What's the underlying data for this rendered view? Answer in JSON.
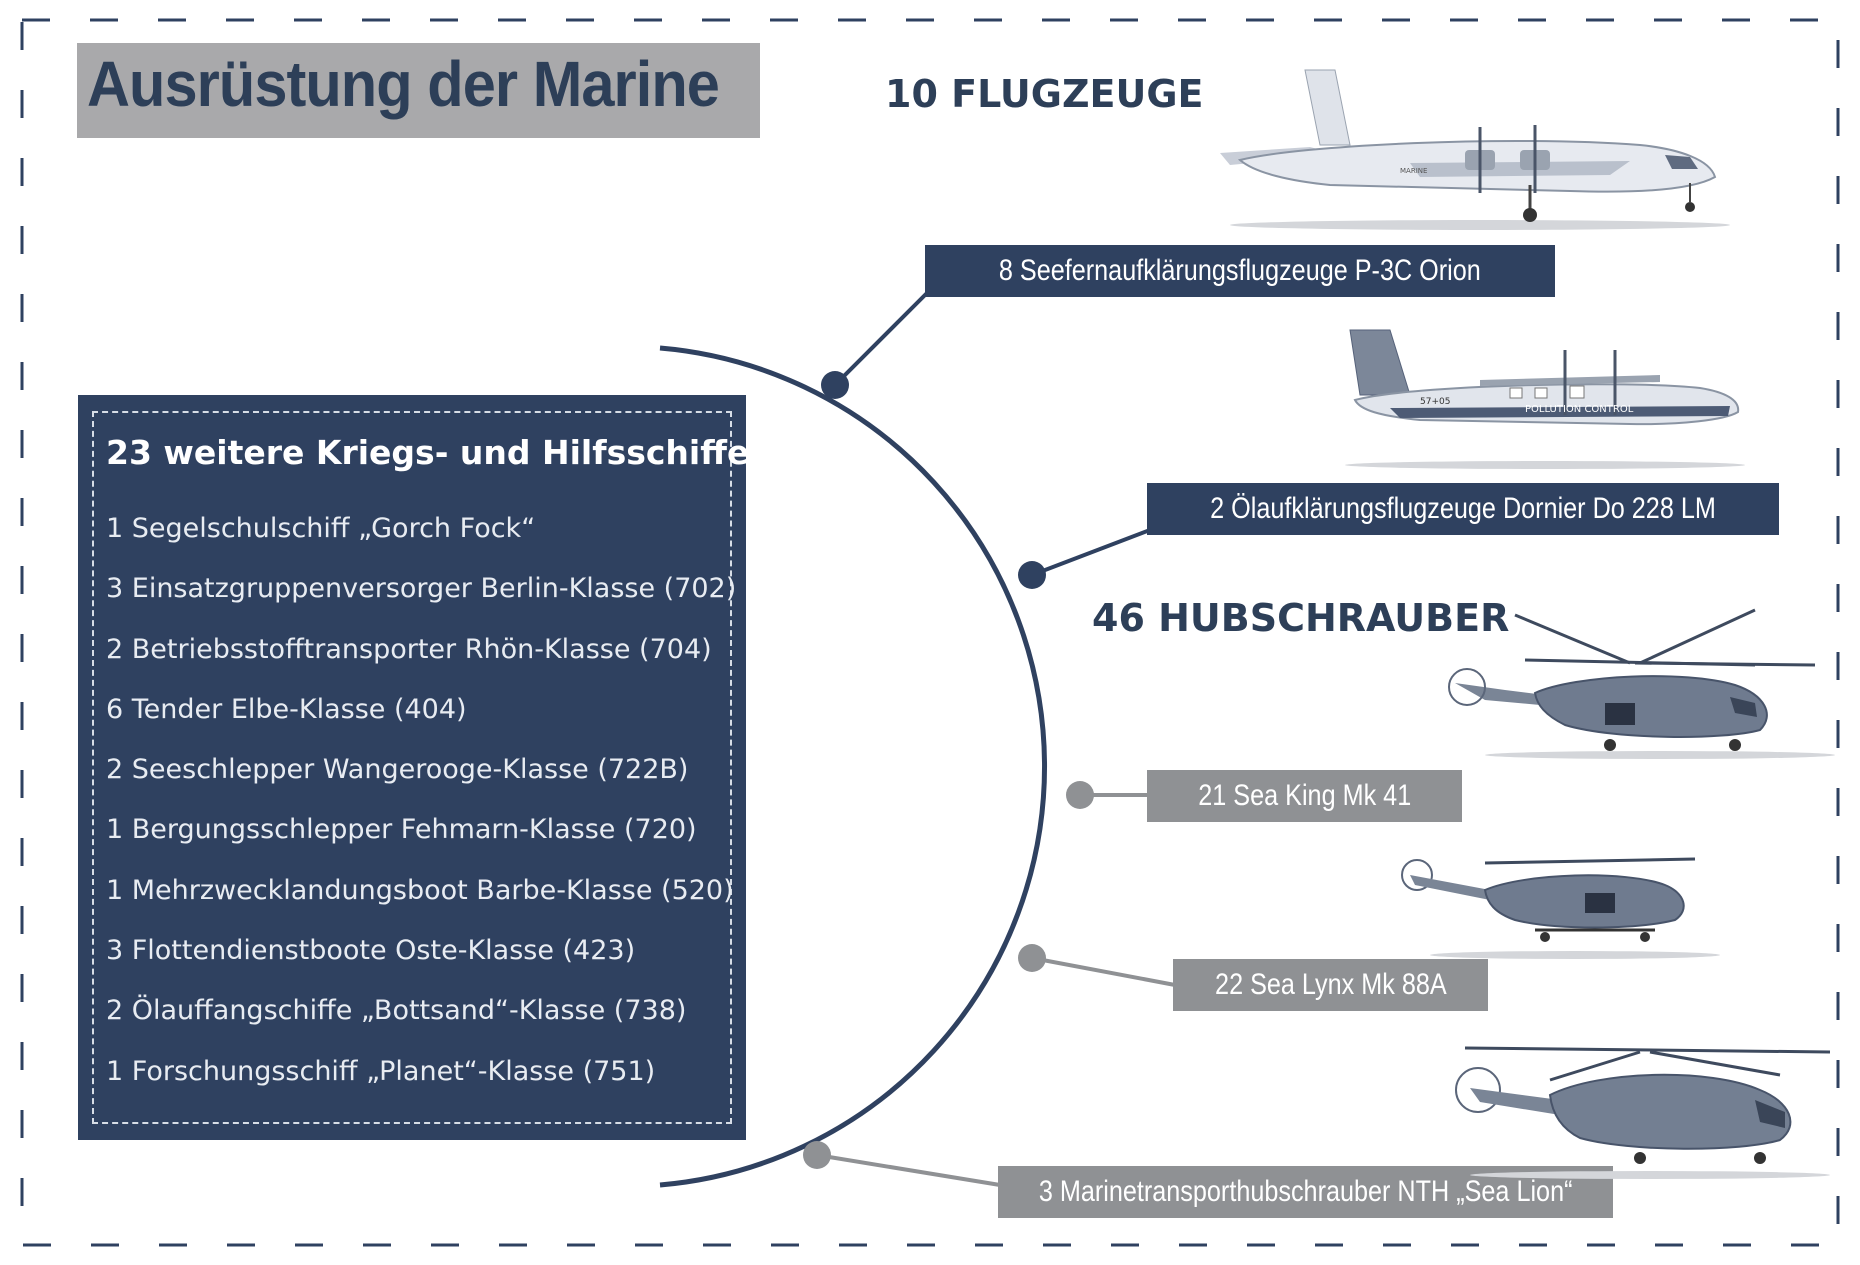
{
  "title": "Ausrüstung der Marine",
  "aircraft_heading": "10 FLUGZEUGE",
  "helicopter_heading": "46 HUBSCHRAUBER",
  "ships": {
    "heading": "23 weitere Kriegs- und Hilfsschiffe",
    "items": [
      "1 Segelschulschiff „Gorch Fock“",
      "3 Einsatzgruppenversorger Berlin-Klasse (702)",
      "2 Betriebsstofftransporter Rhön-Klasse (704)",
      "6 Tender Elbe-Klasse (404)",
      "2 Seeschlepper Wangerooge-Klasse (722B)",
      "1 Bergungsschlepper Fehmarn-Klasse (720)",
      "1 Mehrzwecklandungsboot Barbe-Klasse (520)",
      "3 Flottendienstboote Oste-Klasse (423)",
      "2 Ölauffangschiffe „Bottsand“-Klasse (738)",
      "1 Forschungsschiff „Planet“-Klasse (751)"
    ]
  },
  "labels": {
    "p3c": "8 Seefernaufklärungsflugzeuge P-3C Orion",
    "do228": "2 Ölaufklärungsflugzeuge Dornier Do 228 LM",
    "seaking": "21 Sea King Mk 41",
    "lynx": "22 Sea Lynx Mk 88A",
    "nth": "3 Marinetransporthubschrauber NTH „Sea Lion“"
  },
  "aircraft_markings": {
    "p3c_text": "MARINE",
    "do228_reg": "57+05",
    "do228_side": "POLLUTION   CONTROL"
  },
  "colors": {
    "navy": "#2f4160",
    "heading": "#2d3f58",
    "gray_label": "#8f9194",
    "title_bg": "#a9a9ab"
  }
}
